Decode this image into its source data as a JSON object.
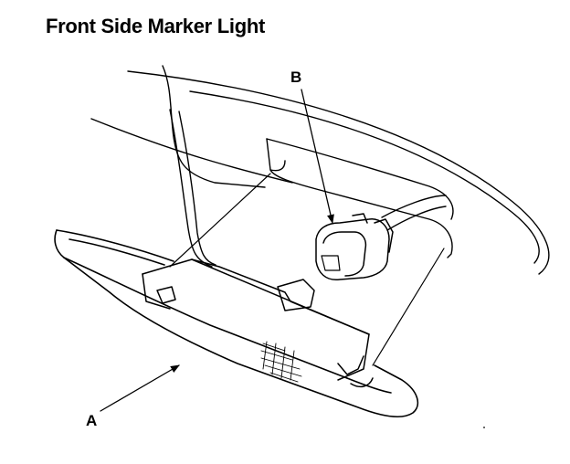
{
  "title": "Front Side Marker Light",
  "callouts": {
    "a": "A",
    "b": "B"
  },
  "colors": {
    "ink": "#000000",
    "background": "#ffffff"
  }
}
